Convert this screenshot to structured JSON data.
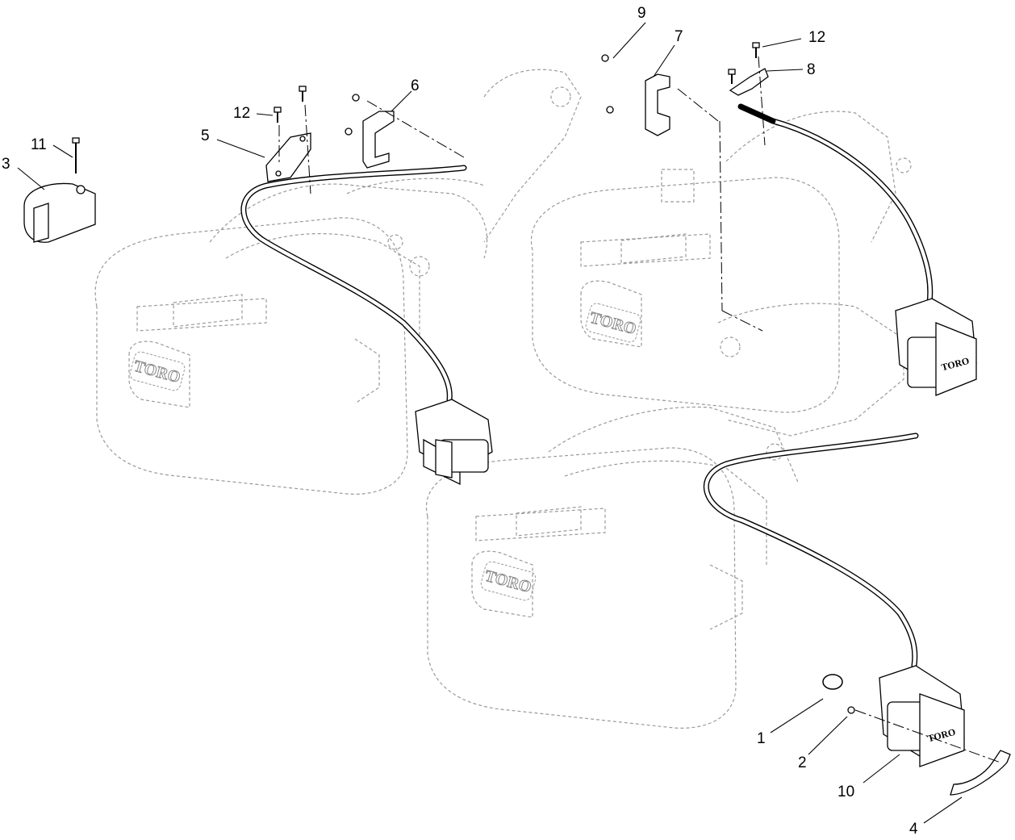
{
  "callouts": [
    {
      "id": "1",
      "label": "1"
    },
    {
      "id": "2",
      "label": "2"
    },
    {
      "id": "3",
      "label": "3"
    },
    {
      "id": "4",
      "label": "4"
    },
    {
      "id": "5",
      "label": "5"
    },
    {
      "id": "6",
      "label": "6"
    },
    {
      "id": "7",
      "label": "7"
    },
    {
      "id": "8",
      "label": "8"
    },
    {
      "id": "9",
      "label": "9"
    },
    {
      "id": "10",
      "label": "10"
    },
    {
      "id": "11",
      "label": "11"
    },
    {
      "id": "12a",
      "label": "12"
    },
    {
      "id": "12b",
      "label": "12"
    }
  ],
  "brand_marks": [
    "TORO",
    "TORO",
    "TORO",
    "TORO",
    "TORO"
  ]
}
